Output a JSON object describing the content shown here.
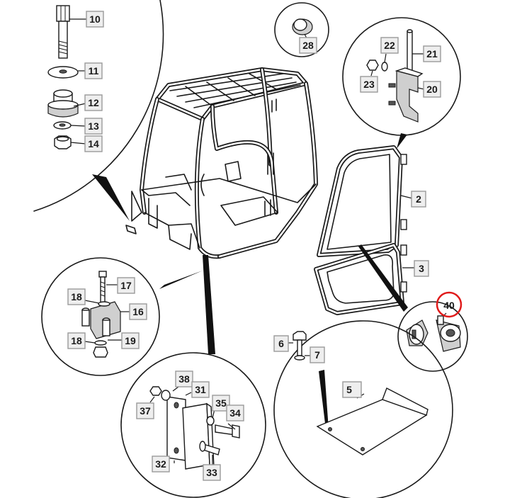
{
  "labels": {
    "p2": "2",
    "p3": "3",
    "p5": "5",
    "p6": "6",
    "p7": "7",
    "p10": "10",
    "p11": "11",
    "p12": "12",
    "p13": "13",
    "p14": "14",
    "p16": "16",
    "p17": "17",
    "p18a": "18",
    "p18b": "18",
    "p19": "19",
    "p20": "20",
    "p21": "21",
    "p22": "22",
    "p23": "23",
    "p28": "28",
    "p31": "31",
    "p32": "32",
    "p33": "33",
    "p34": "34",
    "p35": "35",
    "p37": "37",
    "p38": "38",
    "p40": "40"
  },
  "highlight": {
    "label": "40",
    "color": "#e01b1b"
  }
}
